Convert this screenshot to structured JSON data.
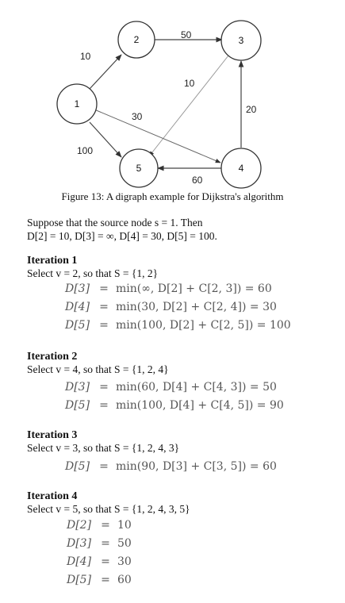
{
  "graph": {
    "nodes": [
      {
        "id": "n1",
        "label": "1"
      },
      {
        "id": "n2",
        "label": "2"
      },
      {
        "id": "n3",
        "label": "3"
      },
      {
        "id": "n4",
        "label": "4"
      },
      {
        "id": "n5",
        "label": "5"
      }
    ],
    "edges": [
      {
        "from": "1",
        "to": "2",
        "weight": "10"
      },
      {
        "from": "2",
        "to": "3",
        "weight": "50"
      },
      {
        "from": "3",
        "to": "5",
        "weight": "10"
      },
      {
        "from": "1",
        "to": "4",
        "weight": "30"
      },
      {
        "from": "4",
        "to": "3",
        "weight": "20"
      },
      {
        "from": "1",
        "to": "5",
        "weight": "100"
      },
      {
        "from": "4",
        "to": "5",
        "weight": "60"
      }
    ]
  },
  "caption": "Figure 13: A digraph example for Dijkstra's algorithm",
  "intro": {
    "line1": "Suppose that the source node s = 1. Then",
    "line2": "D[2] = 10, D[3] = ∞, D[4] = 30, D[5] = 100."
  },
  "iterations": [
    {
      "title": "Iteration 1",
      "select": "Select v = 2, so that S = {1, 2}",
      "equations": [
        {
          "lhs": "D[3]",
          "rhs": "min(∞, D[2] + C[2, 3]) = 60"
        },
        {
          "lhs": "D[4]",
          "rhs": "min(30, D[2] + C[2, 4]) = 30"
        },
        {
          "lhs": "D[5]",
          "rhs": "min(100, D[2] + C[2, 5]) = 100"
        }
      ]
    },
    {
      "title": "Iteration 2",
      "select": "Select v = 4, so that S = {1, 2, 4}",
      "equations": [
        {
          "lhs": "D[3]",
          "rhs": "min(60, D[4] + C[4, 3]) = 50"
        },
        {
          "lhs": "D[5]",
          "rhs": "min(100, D[4] + C[4, 5]) = 90"
        }
      ]
    },
    {
      "title": "Iteration 3",
      "select": "Select v = 3, so that S = {1, 2, 4, 3}",
      "equations": [
        {
          "lhs": "D[5]",
          "rhs": "min(90, D[3] + C[3, 5]) = 60"
        }
      ]
    },
    {
      "title": "Iteration 4",
      "select": "Select v = 5, so that S = {1, 2, 4, 3, 5}",
      "equations": [
        {
          "lhs": "D[2]",
          "rhs": "10"
        },
        {
          "lhs": "D[3]",
          "rhs": "50"
        },
        {
          "lhs": "D[4]",
          "rhs": "30"
        },
        {
          "lhs": "D[5]",
          "rhs": "60"
        }
      ]
    }
  ]
}
